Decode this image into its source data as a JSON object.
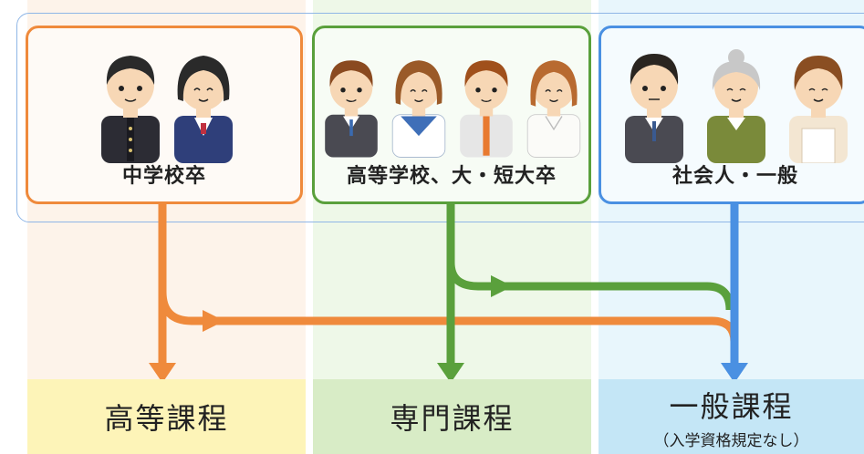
{
  "groups": {
    "middle_school": {
      "label": "中学校卒",
      "color": "#ef8a3c"
    },
    "high_school": {
      "label": "高等学校、大・短大卒",
      "color": "#5aa03c"
    },
    "adult": {
      "label": "社会人・一般",
      "color": "#4a90e2"
    }
  },
  "courses": {
    "high": {
      "title": "高等課程"
    },
    "special": {
      "title": "専門課程"
    },
    "general": {
      "title": "一般課程",
      "note": "（入学資格規定なし）"
    }
  }
}
